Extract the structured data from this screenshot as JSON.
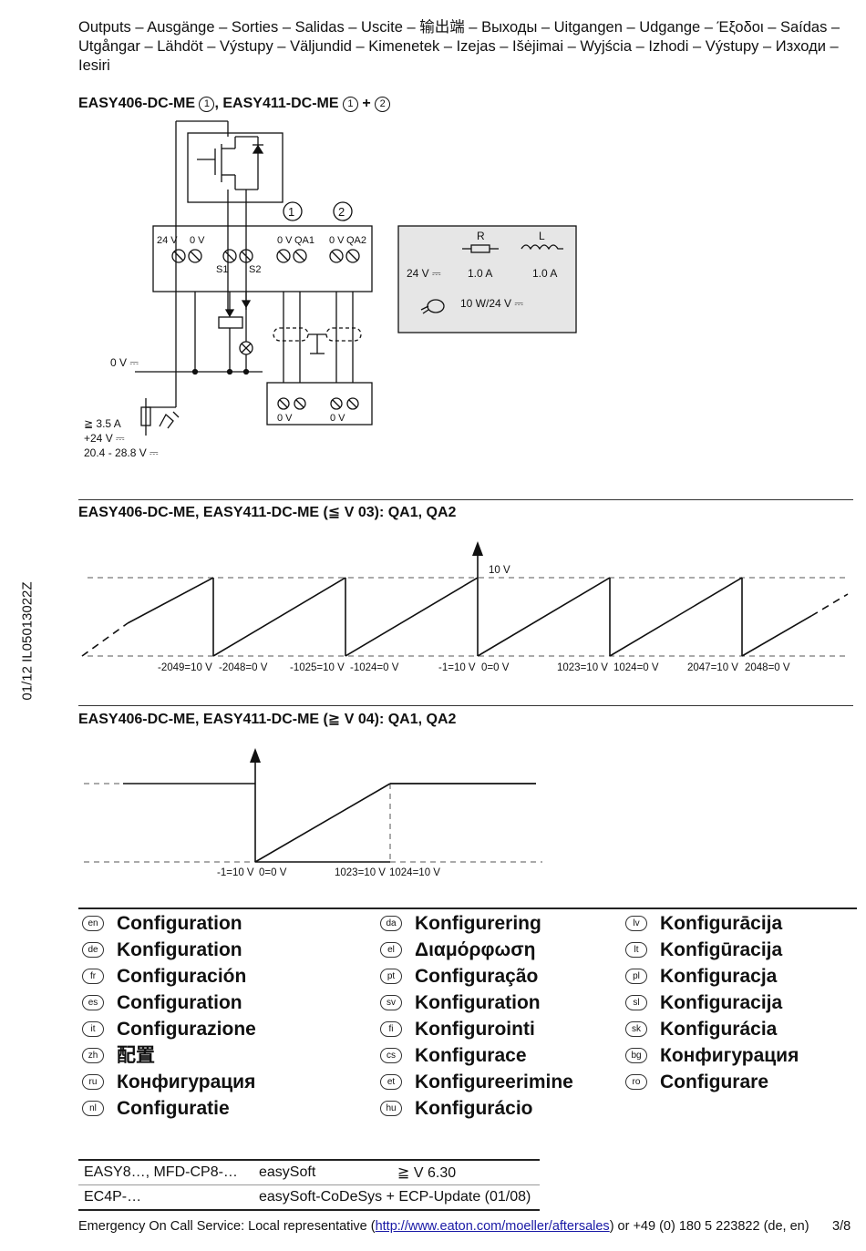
{
  "header": {
    "line1": "Outputs – Ausgänge – Sorties – Salidas – Uscite – 输出端 – Выходы – Uitgangen – Udgange – Έξοδοι – Saídas –",
    "line2": "Utgångar – Lähdöt – Výstupy – Väljundid – Kimenetek – Izejas – Išėjimai – Wyjścia – Izhodi – Výstupy – Изходи – Iesiri"
  },
  "side_code": "01/12 IL05013022Z",
  "wiring": {
    "title_a": "EASY406-DC-ME ",
    "title_b": ", EASY411-DC-ME ",
    "title_c": " + ",
    "marker_1": "1",
    "marker_2": "2",
    "terminals": [
      "24 V",
      "0 V",
      "0 V",
      "QA1",
      "0 V",
      "QA2"
    ],
    "s1": "S1",
    "s2": "S2",
    "ground_label": "0 V ⎓",
    "supply_lines": [
      "≧ 3.5 A",
      "+24 V ⎓",
      "20.4 - 28.8 V ⎓"
    ],
    "load_0v_a": "0 V",
    "load_0v_b": "0 V",
    "table": {
      "r": "R",
      "l": "L",
      "v24": "24 V ⎓",
      "r_val": "1.0 A",
      "l_val": "1.0 A",
      "lamp": "10 W/24 V ⎓"
    }
  },
  "graph1": {
    "title": "EASY406-DC-ME, EASY411-DC-ME (≦ V 03): QA1, QA2",
    "vmax": "10 V",
    "ticks": [
      "-2049=10 V",
      "-2048=0 V",
      "-1025=10 V",
      "-1024=0 V",
      "-1=10 V",
      "0=0 V",
      "1023=10 V",
      "1024=0 V",
      "2047=10 V",
      "2048=0 V"
    ]
  },
  "graph2": {
    "title": "EASY406-DC-ME, EASY411-DC-ME (≧ V 04): QA1, QA2",
    "ticks": [
      "-1=10 V",
      "0=0 V",
      "1023=10 V",
      "1024=10 V"
    ]
  },
  "config": {
    "col1": [
      {
        "code": "en",
        "label": "Configuration"
      },
      {
        "code": "de",
        "label": "Konfiguration"
      },
      {
        "code": "fr",
        "label": "Configuración"
      },
      {
        "code": "es",
        "label": "Configuration"
      },
      {
        "code": "it",
        "label": "Configurazione"
      },
      {
        "code": "zh",
        "label": "配置"
      },
      {
        "code": "ru",
        "label": "Конфигурация"
      },
      {
        "code": "nl",
        "label": "Configuratie"
      }
    ],
    "col2": [
      {
        "code": "da",
        "label": "Konfigurering"
      },
      {
        "code": "el",
        "label": "Διαμόρφωση"
      },
      {
        "code": "pt",
        "label": "Configuração"
      },
      {
        "code": "sv",
        "label": "Konfiguration"
      },
      {
        "code": "fi",
        "label": "Konfigurointi"
      },
      {
        "code": "cs",
        "label": "Konfigurace"
      },
      {
        "code": "et",
        "label": "Konfigureerimine"
      },
      {
        "code": "hu",
        "label": "Konfigurácio"
      }
    ],
    "col3": [
      {
        "code": "lv",
        "label": "Konfigurācija"
      },
      {
        "code": "lt",
        "label": "Konfigūracija"
      },
      {
        "code": "pl",
        "label": "Konfiguracja"
      },
      {
        "code": "sl",
        "label": "Konfiguracija"
      },
      {
        "code": "sk",
        "label": "Konfigurácia"
      },
      {
        "code": "bg",
        "label": "Конфигурация"
      },
      {
        "code": "ro",
        "label": "Configurare"
      }
    ]
  },
  "requirements": [
    {
      "device": "EASY8…, MFD-CP8-…",
      "software": "easySoft",
      "version": "≧ V 6.30"
    },
    {
      "device": "EC4P-…",
      "software": "easySoft-CoDeSys + ECP-Update (01/08)",
      "version": ""
    }
  ],
  "footer": {
    "prefix": "Emergency On Call Service: Local representative (",
    "link": "http://www.eaton.com/moeller/aftersales",
    "suffix": ") or +49 (0) 180 5 223822 (de, en)",
    "page": "3/8"
  }
}
